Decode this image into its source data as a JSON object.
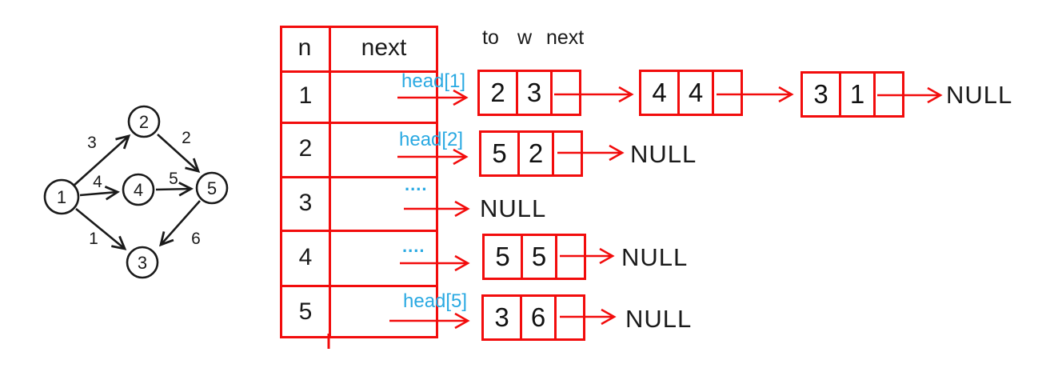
{
  "colors": {
    "red": "#f20c0c",
    "blue": "#29a9e2",
    "ink": "#1a1a1a"
  },
  "graph": {
    "nodes": [
      {
        "id": "1"
      },
      {
        "id": "2"
      },
      {
        "id": "3"
      },
      {
        "id": "4"
      },
      {
        "id": "5"
      }
    ],
    "edges": [
      {
        "from": "1",
        "to": "2",
        "w": "3"
      },
      {
        "from": "2",
        "to": "5",
        "w": "2"
      },
      {
        "from": "1",
        "to": "4",
        "w": "4"
      },
      {
        "from": "4",
        "to": "5",
        "w": "5"
      },
      {
        "from": "1",
        "to": "3",
        "w": "1"
      },
      {
        "from": "5",
        "to": "3",
        "w": "6"
      }
    ]
  },
  "table": {
    "header": {
      "n": "n",
      "next": "next"
    },
    "rows": [
      {
        "n": "1"
      },
      {
        "n": "2"
      },
      {
        "n": "3"
      },
      {
        "n": "4"
      },
      {
        "n": "5"
      }
    ]
  },
  "list_header": {
    "to": "to",
    "w": "w",
    "next": "next"
  },
  "lists": [
    {
      "label": "head[1]",
      "nodes": [
        {
          "to": "2",
          "w": "3"
        },
        {
          "to": "4",
          "w": "4"
        },
        {
          "to": "3",
          "w": "1"
        }
      ],
      "terminal": "NULL"
    },
    {
      "label": "head[2]",
      "nodes": [
        {
          "to": "5",
          "w": "2"
        }
      ],
      "terminal": "NULL"
    },
    {
      "label": "....",
      "nodes": [],
      "terminal": "NULL"
    },
    {
      "label": "....",
      "nodes": [
        {
          "to": "5",
          "w": "5"
        }
      ],
      "terminal": "NULL"
    },
    {
      "label": "head[5]",
      "nodes": [
        {
          "to": "3",
          "w": "6"
        }
      ],
      "terminal": "NULL"
    }
  ]
}
